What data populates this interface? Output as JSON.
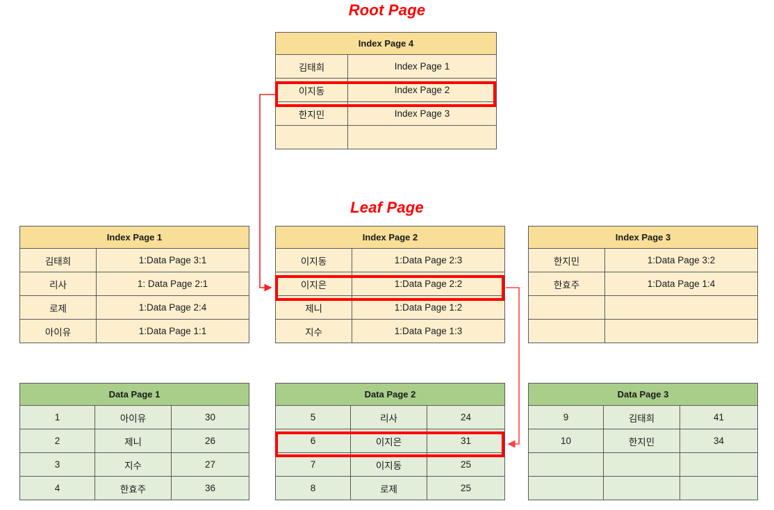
{
  "titles": {
    "root": "Root Page",
    "leaf": "Leaf Page"
  },
  "colors": {
    "highlight": "#FF0000",
    "arrow": "#FF3333",
    "index_header_bg": "#F8DE97",
    "index_cell_bg": "#FDEFCE",
    "data_header_bg": "#A9CE8A",
    "data_cell_bg": "#E2EDDA",
    "title_text": "#FF0000",
    "border": "#5A5A5A"
  },
  "root_page": {
    "title": "Index Page 4",
    "rows": [
      {
        "key": "김태희",
        "value": "Index Page 1",
        "highlighted": false
      },
      {
        "key": "이지동",
        "value": "Index Page 2",
        "highlighted": true
      },
      {
        "key": "한지민",
        "value": "Index Page 3",
        "highlighted": false
      },
      {
        "key": "",
        "value": "",
        "highlighted": false
      }
    ]
  },
  "leaf_pages": [
    {
      "title": "Index Page 1",
      "rows": [
        {
          "key": "김태희",
          "value": "1:Data Page 3:1",
          "highlighted": false
        },
        {
          "key": "리사",
          "value": "1: Data Page 2:1",
          "highlighted": false
        },
        {
          "key": "로제",
          "value": "1:Data Page 2:4",
          "highlighted": false
        },
        {
          "key": "아이유",
          "value": "1:Data Page 1:1",
          "highlighted": false
        }
      ]
    },
    {
      "title": "Index Page 2",
      "rows": [
        {
          "key": "이지동",
          "value": "1:Data Page 2:3",
          "highlighted": false
        },
        {
          "key": "이지은",
          "value": "1:Data Page 2:2",
          "highlighted": true
        },
        {
          "key": "제니",
          "value": "1:Data Page 1:2",
          "highlighted": false
        },
        {
          "key": "지수",
          "value": "1:Data Page 1:3",
          "highlighted": false
        }
      ]
    },
    {
      "title": "Index Page 3",
      "rows": [
        {
          "key": "한지민",
          "value": "1:Data Page 3:2",
          "highlighted": false
        },
        {
          "key": "한효주",
          "value": "1:Data Page 1:4",
          "highlighted": false
        },
        {
          "key": "",
          "value": "",
          "highlighted": false
        },
        {
          "key": "",
          "value": "",
          "highlighted": false
        }
      ]
    }
  ],
  "data_pages": [
    {
      "title": "Data Page 1",
      "rows": [
        {
          "id": "1",
          "name": "아이유",
          "age": "30",
          "highlighted": false
        },
        {
          "id": "2",
          "name": "제니",
          "age": "26",
          "highlighted": false
        },
        {
          "id": "3",
          "name": "지수",
          "age": "27",
          "highlighted": false
        },
        {
          "id": "4",
          "name": "한효주",
          "age": "36",
          "highlighted": false
        }
      ]
    },
    {
      "title": "Data Page 2",
      "rows": [
        {
          "id": "5",
          "name": "리사",
          "age": "24",
          "highlighted": false
        },
        {
          "id": "6",
          "name": "이지은",
          "age": "31",
          "highlighted": true
        },
        {
          "id": "7",
          "name": "이지동",
          "age": "25",
          "highlighted": false
        },
        {
          "id": "8",
          "name": "로제",
          "age": "25",
          "highlighted": false
        }
      ]
    },
    {
      "title": "Data Page 3",
      "rows": [
        {
          "id": "9",
          "name": "김태희",
          "age": "41",
          "highlighted": false
        },
        {
          "id": "10",
          "name": "한지민",
          "age": "34",
          "highlighted": false
        },
        {
          "id": "",
          "name": "",
          "age": "",
          "highlighted": false
        },
        {
          "id": "",
          "name": "",
          "age": "",
          "highlighted": false
        }
      ]
    }
  ],
  "connectors": [
    {
      "name": "root-to-leaf-arrow",
      "from": "Index Page 4 / 이지동",
      "to": "Index Page 2 / 이지은"
    },
    {
      "name": "leaf-to-data-arrow",
      "from": "Index Page 2 / 이지은",
      "to": "Data Page 2 / 6 이지은 31"
    }
  ]
}
